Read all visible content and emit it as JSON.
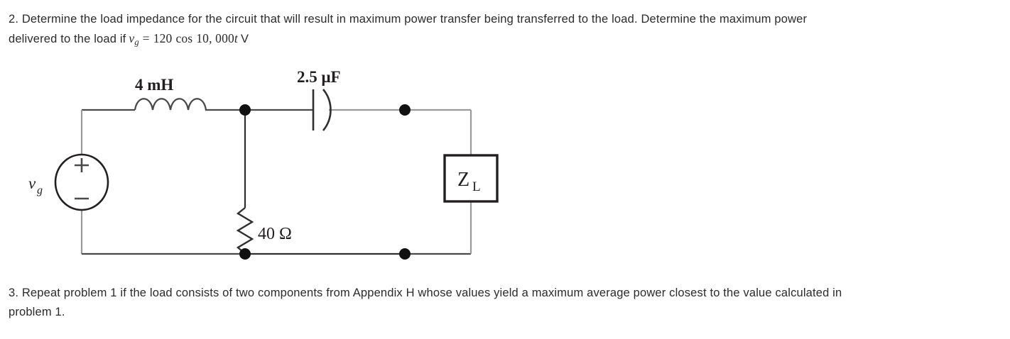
{
  "document": {
    "background_color": "#ffffff",
    "text_color": "#2b2b2b"
  },
  "problem2": {
    "number": "2.",
    "line1": "2. Determine the load impedance for the circuit that will result in maximum power transfer being transferred to the load. Determine the maximum power",
    "line2_prefix": "delivered to the load if",
    "equation": {
      "variable": "v",
      "subscript": "g",
      "relation": "=",
      "amplitude": "120",
      "function": "cos",
      "argument": "10, 000",
      "time_variable": "t",
      "unit": "V",
      "plain": "v_g = 120 cos 10,000t V"
    }
  },
  "problem3": {
    "number": "3.",
    "line1": "3. Repeat problem 1 if the load consists  of two components from Appendix H whose values yield a maximum average power closest to the value calculated in",
    "line2": "problem 1."
  },
  "circuit": {
    "title": "series-parallel-ac-circuit",
    "wire_color": "#231f20",
    "node_color": "#111111",
    "label_color": "#231f20",
    "components": {
      "source": {
        "name": "voltage-source",
        "label": "v",
        "label_subscript": "g",
        "plus": "+",
        "minus": "−",
        "shape": "circle"
      },
      "inductor": {
        "name": "inductor",
        "label": "4 mH",
        "value": "4",
        "unit": "mH"
      },
      "capacitor": {
        "name": "capacitor",
        "label": "2.5 μF",
        "value": "2.5",
        "unit": "μF"
      },
      "resistor": {
        "name": "resistor",
        "label": "40 Ω",
        "value": "40",
        "unit": "Ω"
      },
      "load": {
        "name": "load-impedance",
        "label": "Z",
        "label_subscript": "L",
        "shape": "box"
      }
    }
  }
}
